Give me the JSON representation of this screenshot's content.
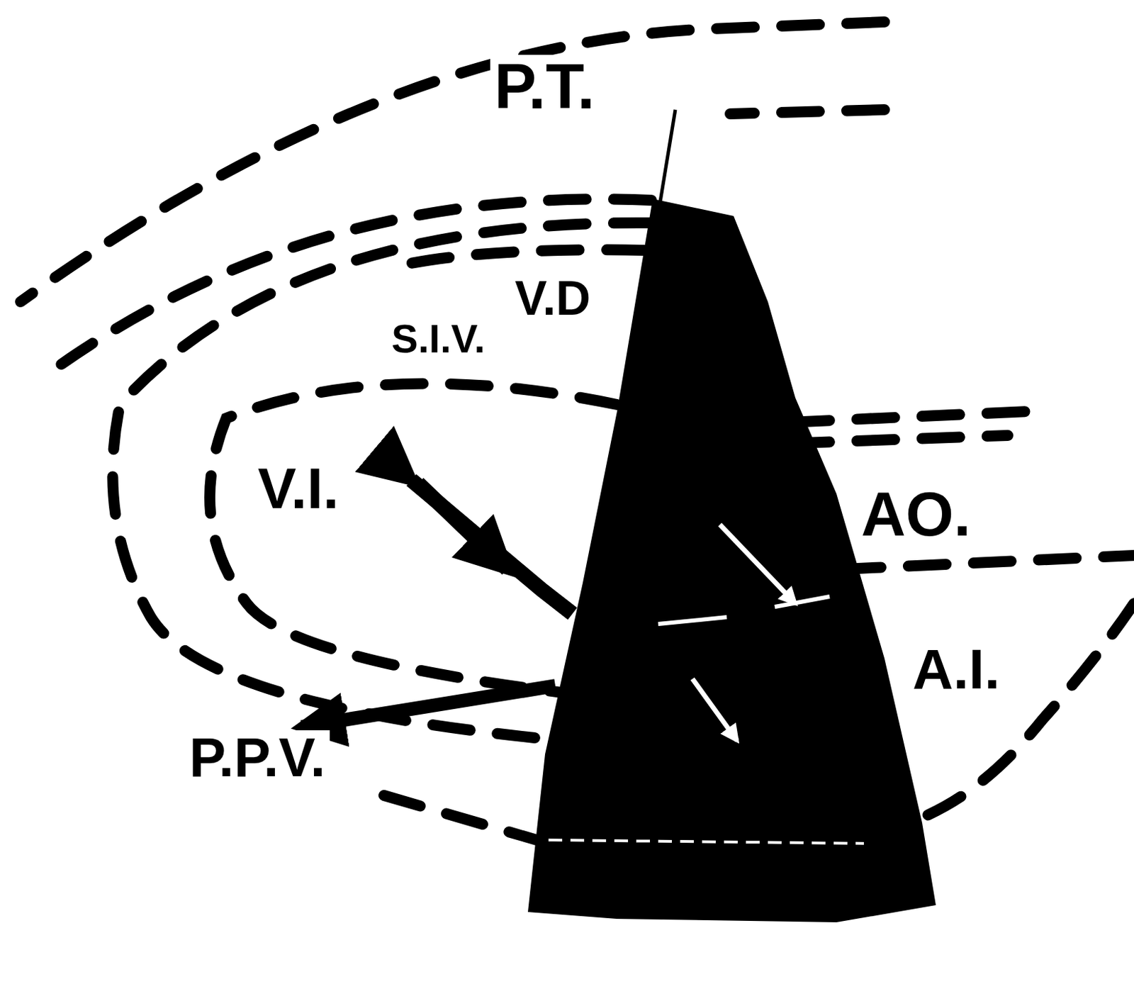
{
  "diagram": {
    "labels": [
      "P.T.",
      "V.D",
      "S.I.V.",
      "V.I.",
      "AO.",
      "A.I.",
      "P.P.V."
    ]
  }
}
